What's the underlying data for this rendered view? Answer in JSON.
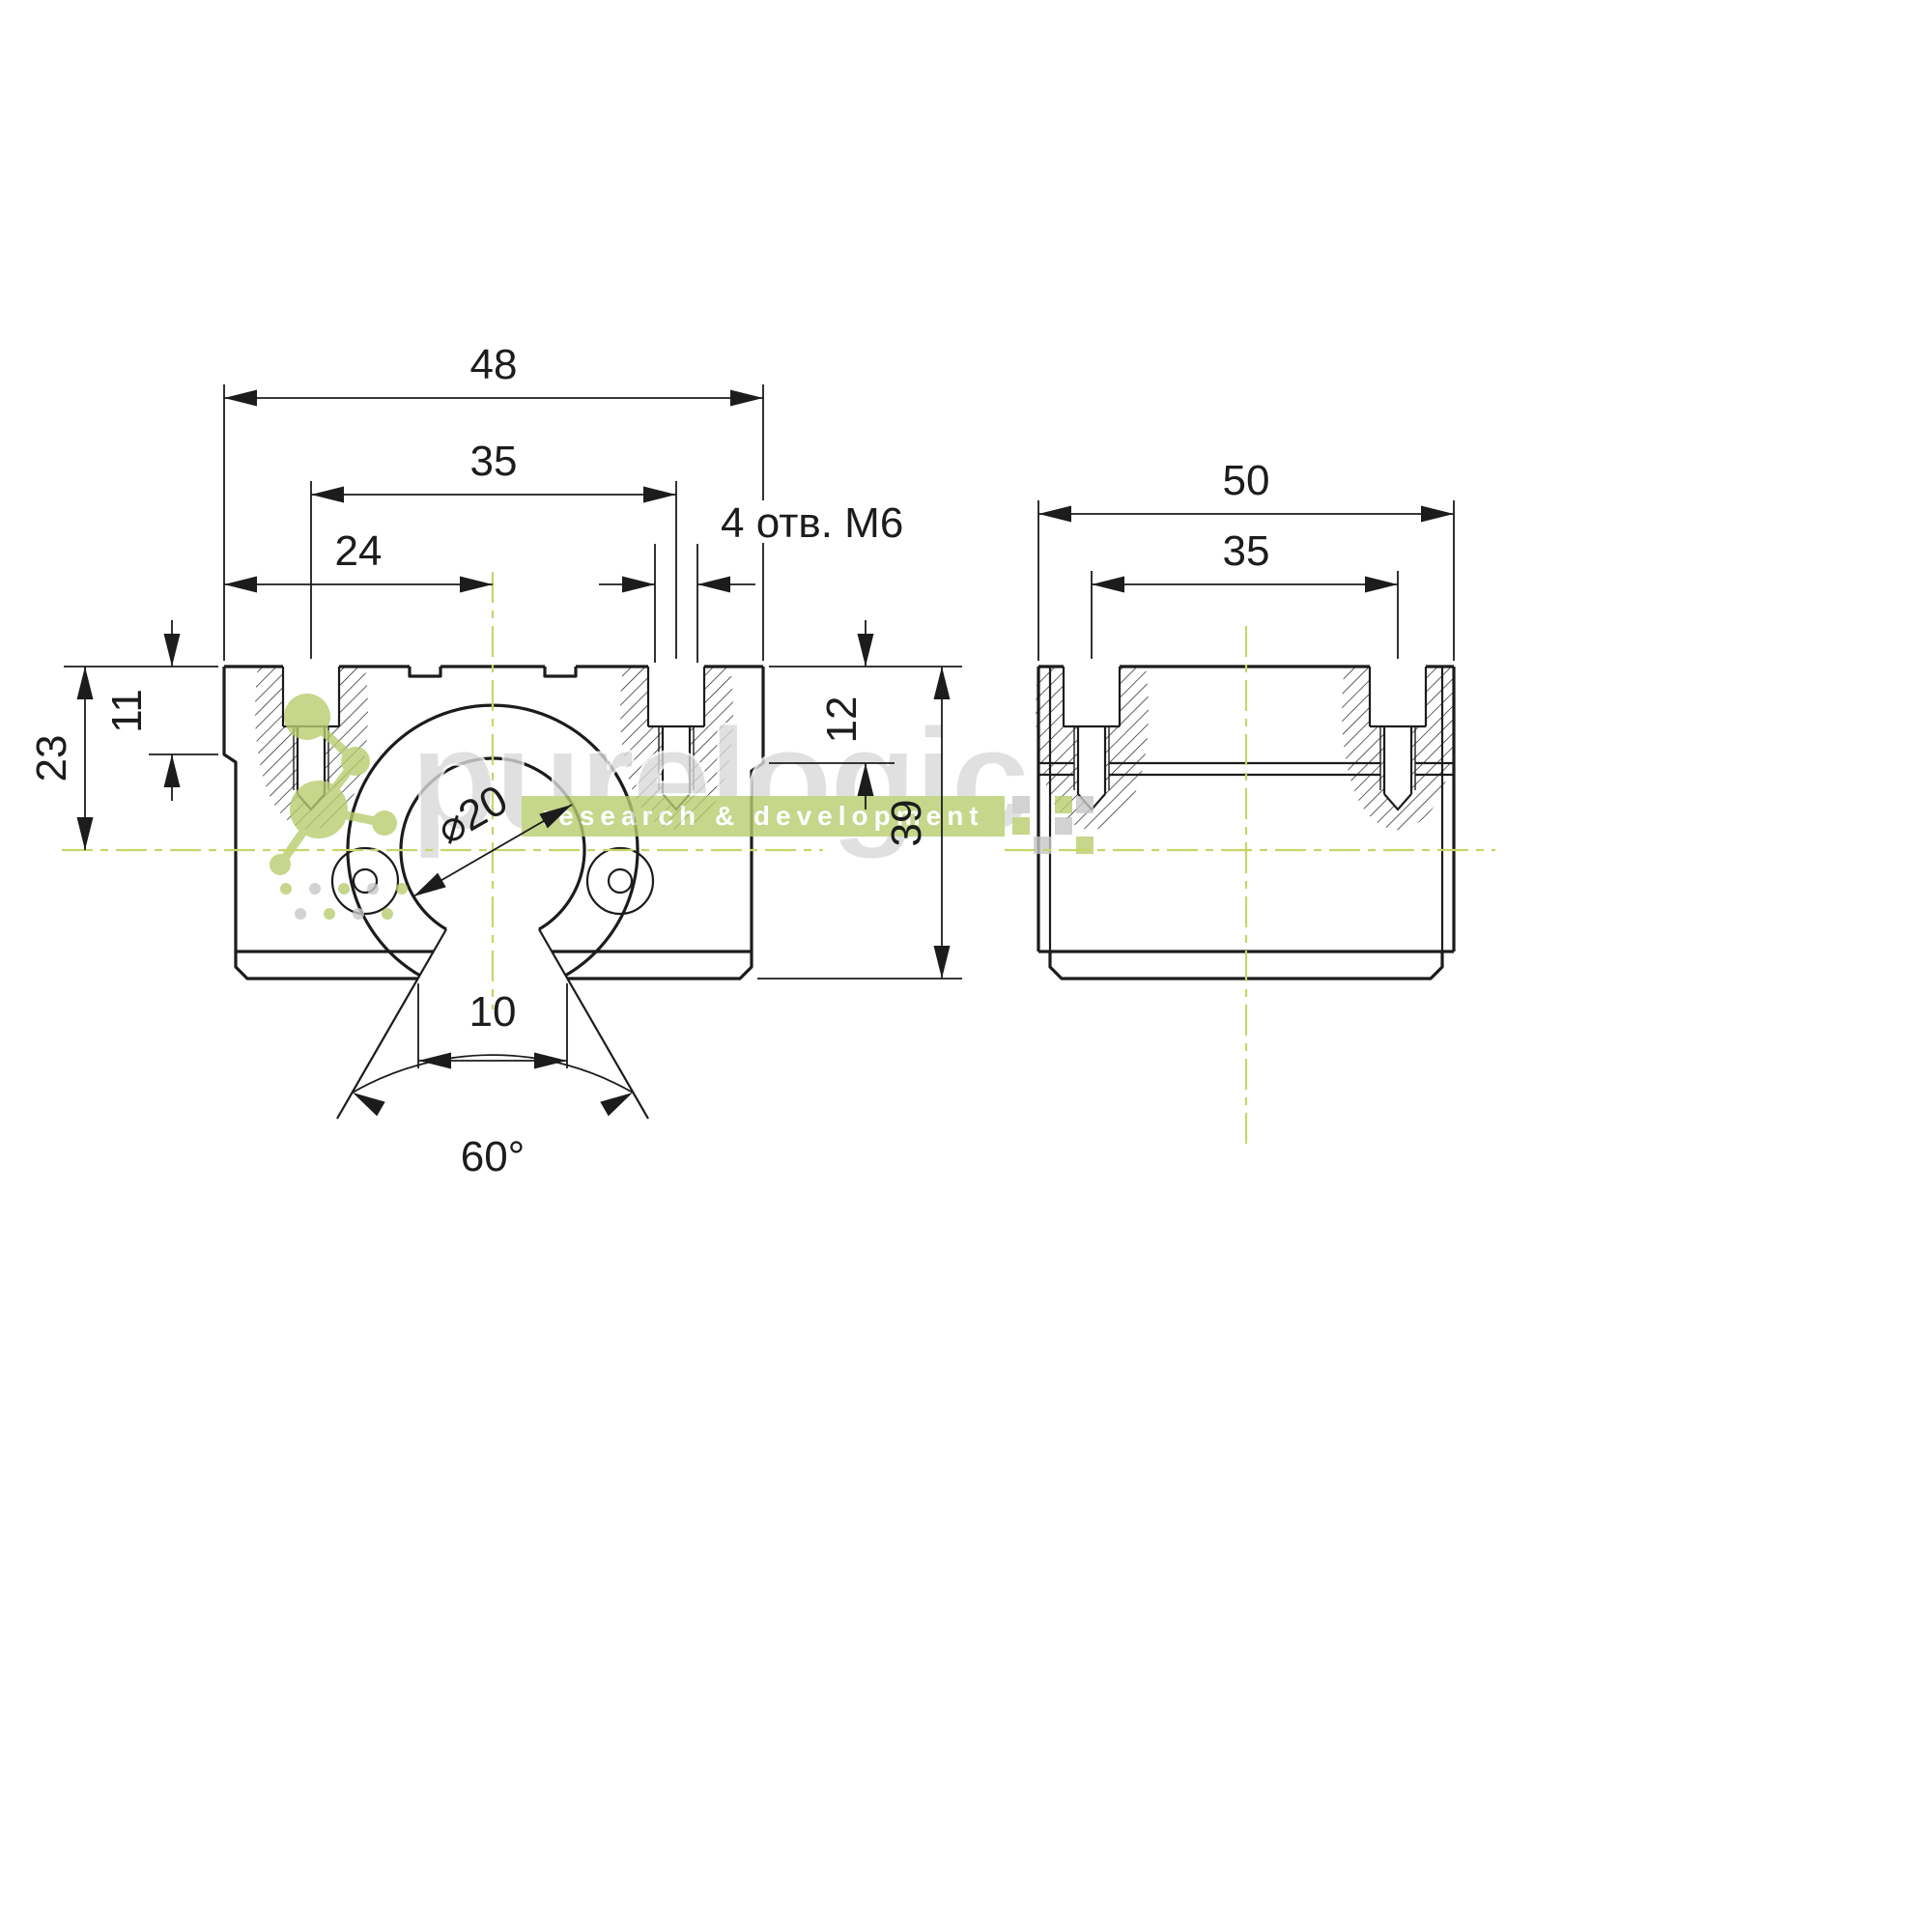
{
  "views": {
    "front": {
      "width_top": "48",
      "hole_spacing": "35",
      "half_width": "24",
      "holes_note": "4 отв. M6",
      "height_total": "39",
      "step_right": "12",
      "step_left": "11",
      "center_height": "23",
      "bore_diameter": "⌀20",
      "slot_width": "10",
      "slot_angle": "60°"
    },
    "side": {
      "width": "50",
      "hole_spacing": "35"
    }
  },
  "watermark": {
    "brand": "purelogic",
    "tagline": "research & development"
  },
  "colors": {
    "line": "#1c1c1c",
    "centerline": "#c9d46a",
    "accent_green": "#b9cc6f",
    "watermark_gray": "#d9d9d9"
  }
}
